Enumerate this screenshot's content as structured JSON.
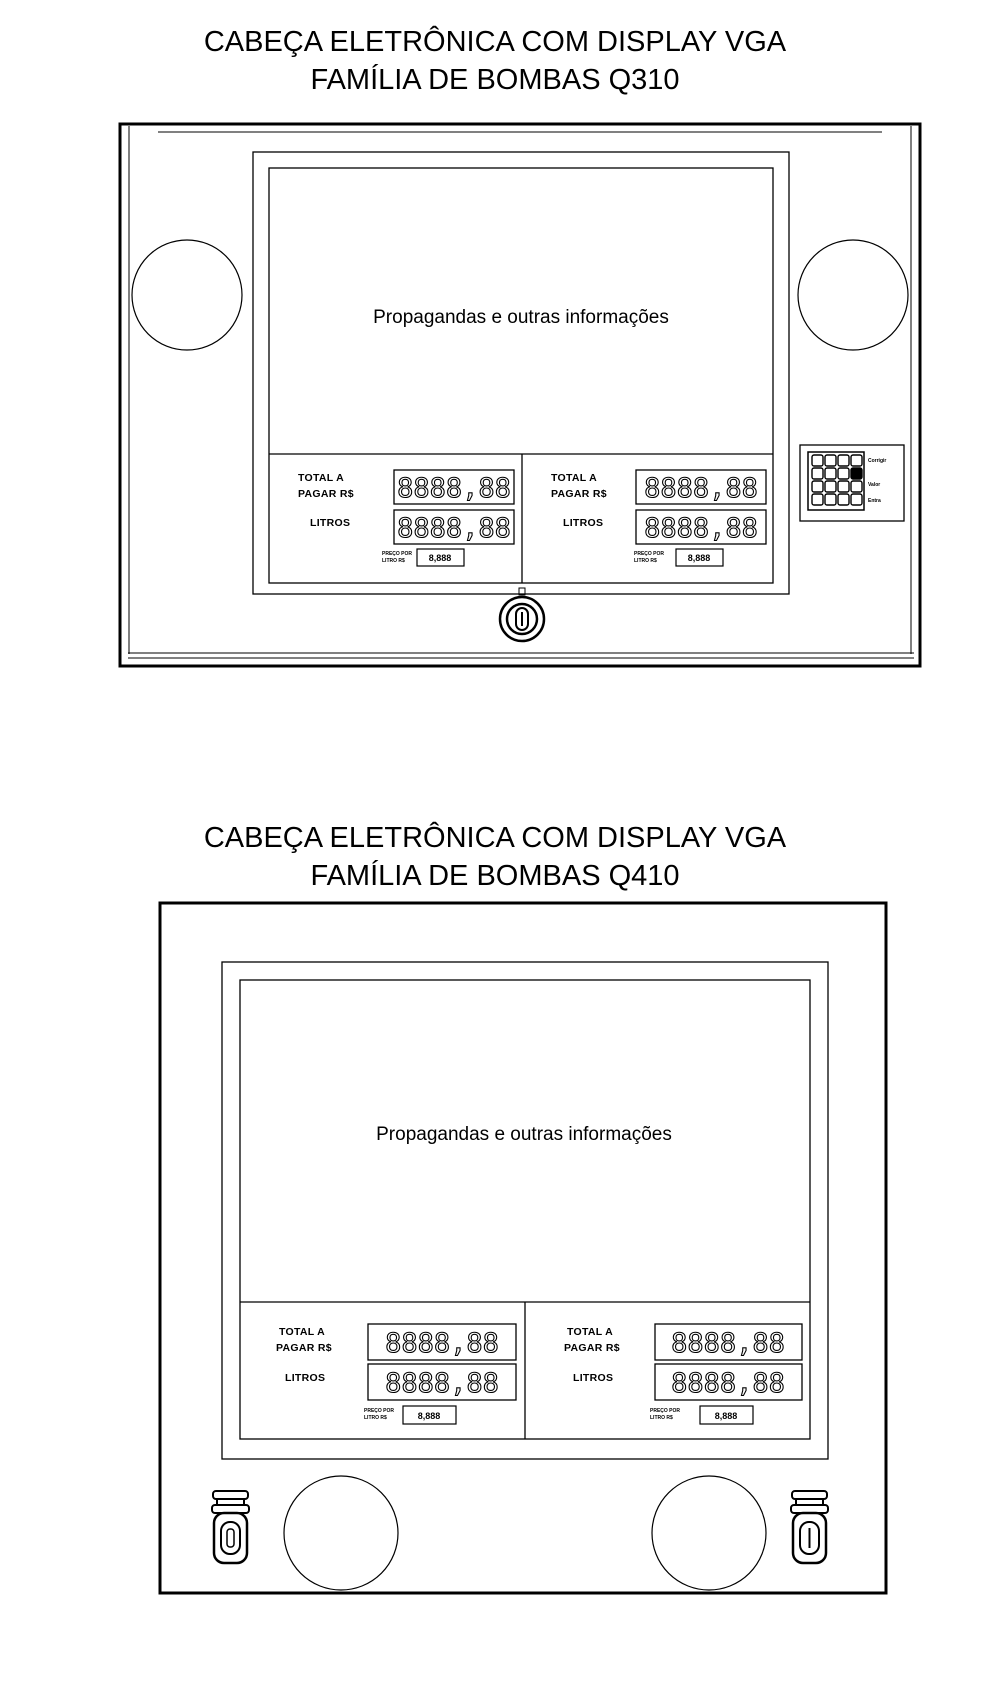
{
  "q310": {
    "title_line1": "CABEÇA ELETRÔNICA COM DISPLAY VGA",
    "title_line2": "FAMÍLIA DE BOMBAS Q310",
    "ad_text": "Propagandas e outras informações",
    "left_panel": {
      "total_label_1": "TOTAL A",
      "total_label_2": "PAGAR R$",
      "total_value": "8888,88",
      "litros_label": "LITROS",
      "litros_value": "8888,88",
      "price_label_1": "PREÇO POR",
      "price_label_2": "LITRO R$",
      "price_value": "8,888"
    },
    "right_panel": {
      "total_label_1": "TOTAL A",
      "total_label_2": "PAGAR R$",
      "total_value": "8888,88",
      "litros_label": "LITROS",
      "litros_value": "8888,88",
      "price_label_1": "PREÇO POR",
      "price_label_2": "LITRO R$",
      "price_value": "8,888"
    },
    "keypad": {
      "side_labels": [
        "Corrigir",
        "Valor",
        "Entra"
      ]
    }
  },
  "q410": {
    "title_line1": "CABEÇA ELETRÔNICA COM DISPLAY VGA",
    "title_line2": "FAMÍLIA DE BOMBAS Q410",
    "ad_text": "Propagandas e outras informações",
    "left_panel": {
      "total_label_1": "TOTAL A",
      "total_label_2": "PAGAR R$",
      "total_value": "8888,88",
      "litros_label": "LITROS",
      "litros_value": "8888,88",
      "price_label_1": "PREÇO POR",
      "price_label_2": "LITRO R$",
      "price_value": "8,888"
    },
    "right_panel": {
      "total_label_1": "TOTAL A",
      "total_label_2": "PAGAR R$",
      "total_value": "8888,88",
      "litros_label": "LITROS",
      "litros_value": "8888,88",
      "price_label_1": "PREÇO POR",
      "price_label_2": "LITRO R$",
      "price_value": "8,888"
    }
  }
}
